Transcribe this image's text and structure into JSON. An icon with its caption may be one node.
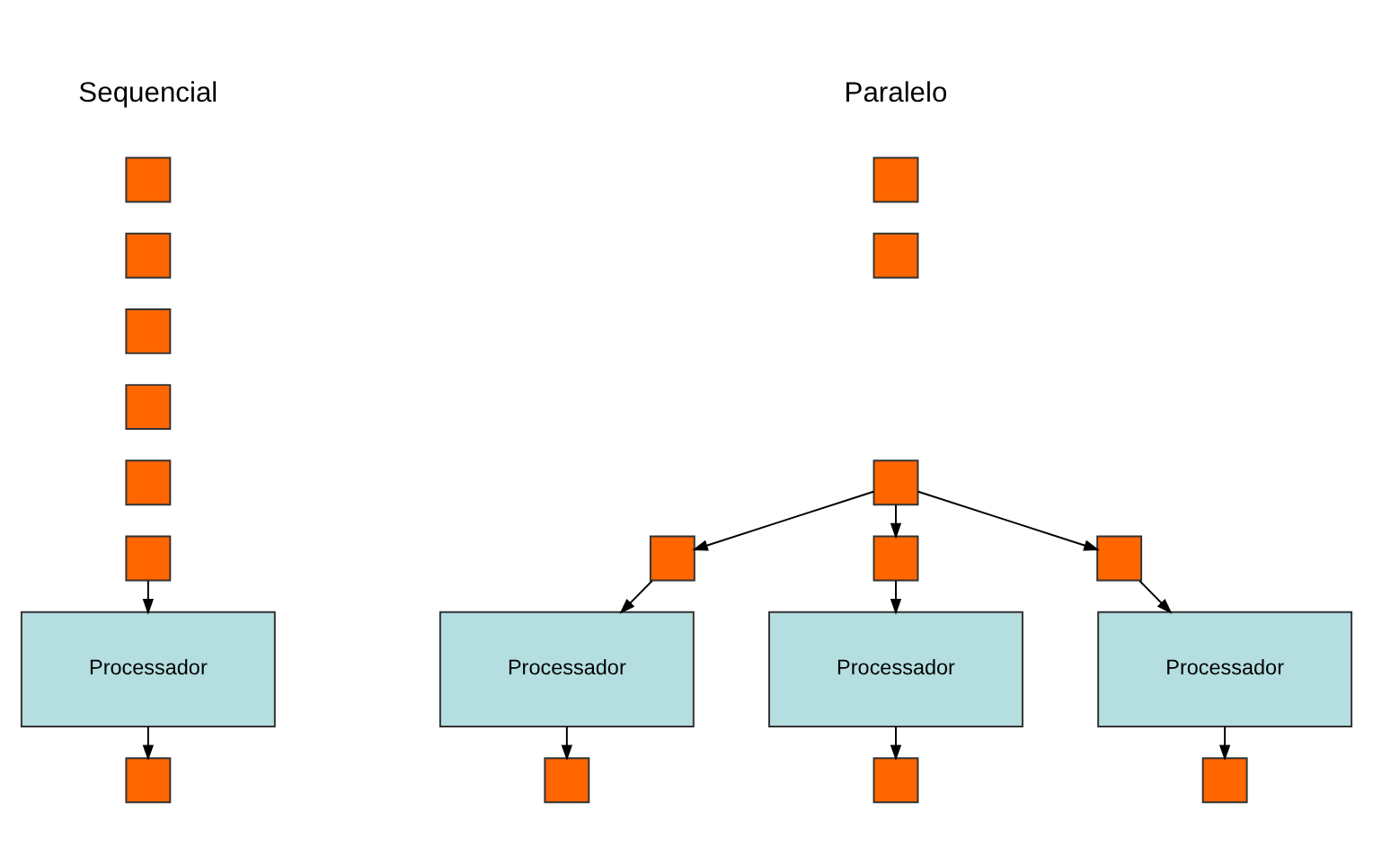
{
  "diagram": {
    "nodes": [
      {
        "text": [],
        "shape": "box"
      },
      {
        "text": [],
        "shape": "box"
      },
      {
        "text": [],
        "shape": "box"
      },
      {
        "text": [],
        "shape": "box"
      },
      {
        "text": [],
        "shape": "box"
      },
      {
        "text": [],
        "shape": "box"
      },
      {
        "text": [
          "Processador"
        ]
      },
      {
        "text": [],
        "shape": "box"
      },
      {
        "text": [],
        "shape": "box"
      },
      {
        "text": [],
        "shape": "box"
      },
      {
        "text": [],
        "shape": "box"
      },
      {
        "text": [],
        "shape": "box"
      },
      {
        "text": [],
        "shape": "box"
      },
      {
        "text": [],
        "shape": "box"
      },
      {
        "text": [
          "Processador"
        ]
      },
      {
        "text": [
          "Processador"
        ]
      },
      {
        "text": [
          "Processador"
        ]
      },
      {
        "text": [],
        "shape": "box"
      },
      {
        "text": [],
        "shape": "box"
      },
      {
        "text": [],
        "shape": "box"
      }
    ],
    "edges": [
      {
        "from": 5,
        "to": 6,
        "arrow": "to"
      },
      {
        "from": 6,
        "to": 7,
        "arrow": "to"
      },
      {
        "from": 10,
        "to": 11,
        "arrow": "to"
      },
      {
        "from": 10,
        "to": 12,
        "arrow": "to"
      },
      {
        "from": 10,
        "to": 13,
        "arrow": "to"
      },
      {
        "from": 11,
        "to": 14,
        "arrow": "to"
      },
      {
        "from": 12,
        "to": 15,
        "arrow": "to"
      },
      {
        "from": 13,
        "to": 16,
        "arrow": "to"
      },
      {
        "from": 14,
        "to": 17,
        "arrow": "to"
      },
      {
        "from": 15,
        "to": 18,
        "arrow": "to"
      },
      {
        "from": 16,
        "to": 19,
        "arrow": "to"
      }
    ],
    "labels": [
      "Sequencial",
      "Paralelo"
    ]
  }
}
